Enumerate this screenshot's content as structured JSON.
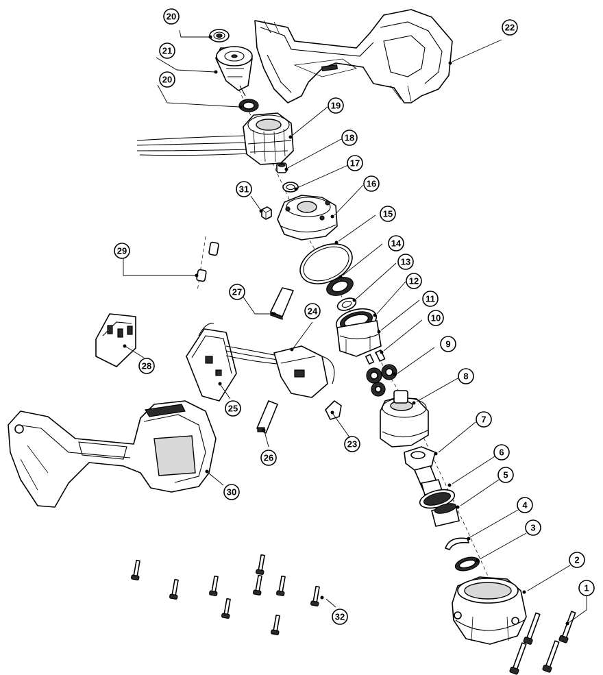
{
  "callouts": [
    {
      "id": "c1",
      "label": "1"
    },
    {
      "id": "c2",
      "label": "2"
    },
    {
      "id": "c3",
      "label": "3"
    },
    {
      "id": "c4",
      "label": "4"
    },
    {
      "id": "c5",
      "label": "5"
    },
    {
      "id": "c6",
      "label": "6"
    },
    {
      "id": "c7",
      "label": "7"
    },
    {
      "id": "c8",
      "label": "8"
    },
    {
      "id": "c9",
      "label": "9"
    },
    {
      "id": "c10",
      "label": "10"
    },
    {
      "id": "c11",
      "label": "11"
    },
    {
      "id": "c12",
      "label": "12"
    },
    {
      "id": "c13",
      "label": "13"
    },
    {
      "id": "c14",
      "label": "14"
    },
    {
      "id": "c15",
      "label": "15"
    },
    {
      "id": "c16",
      "label": "16"
    },
    {
      "id": "c17",
      "label": "17"
    },
    {
      "id": "c18",
      "label": "18"
    },
    {
      "id": "c19",
      "label": "19"
    },
    {
      "id": "c20a",
      "label": "20"
    },
    {
      "id": "c20b",
      "label": "20"
    },
    {
      "id": "c21",
      "label": "21"
    },
    {
      "id": "c22",
      "label": "22"
    },
    {
      "id": "c23",
      "label": "23"
    },
    {
      "id": "c24",
      "label": "24"
    },
    {
      "id": "c25",
      "label": "25"
    },
    {
      "id": "c26",
      "label": "26"
    },
    {
      "id": "c27",
      "label": "27"
    },
    {
      "id": "c28",
      "label": "28"
    },
    {
      "id": "c29",
      "label": "29"
    },
    {
      "id": "c30",
      "label": "30"
    },
    {
      "id": "c31",
      "label": "31"
    },
    {
      "id": "c32",
      "label": "32"
    }
  ]
}
